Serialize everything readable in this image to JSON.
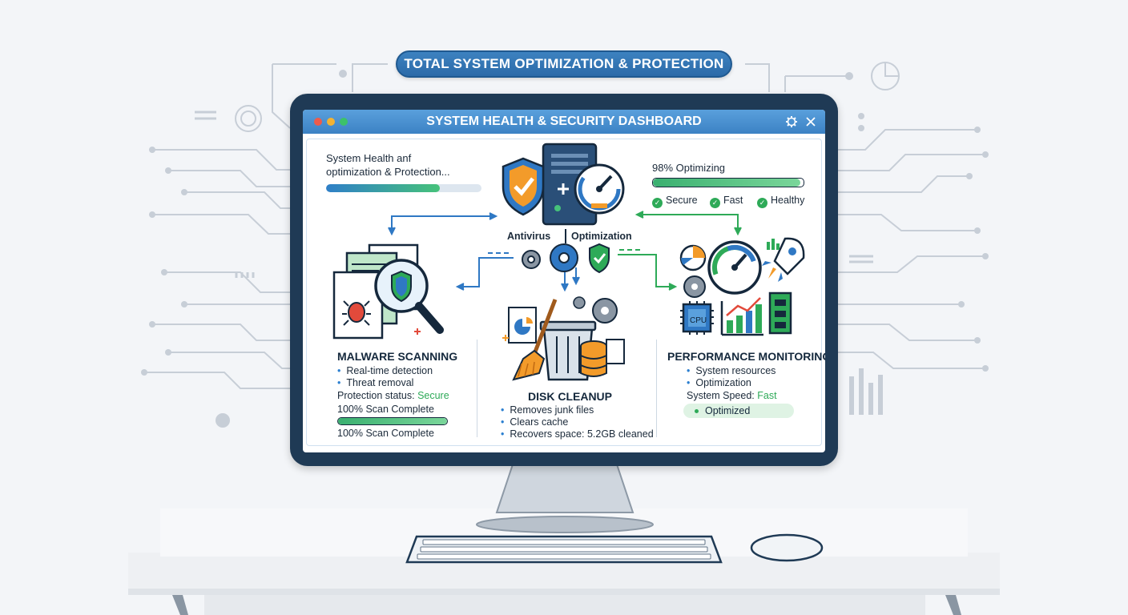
{
  "banner": {
    "title": "TOTAL SYSTEM OPTIMIZATION & PROTECTION"
  },
  "window": {
    "title": "SYSTEM HEALTH & SECURITY DASHBOARD",
    "controls": [
      "gear-icon",
      "close-icon"
    ],
    "colors": {
      "titlebar": "#3b82c4",
      "close_dot": "#ee5b4a",
      "minimize_dot": "#f3b232",
      "maximize_dot": "#3cc26a"
    }
  },
  "health": {
    "line1": "System Health anf",
    "line2": "optimization & Protection...",
    "progress": 0.73
  },
  "center_top": {
    "antivirus_label": "Antivirus",
    "optimization_label": "Optimization"
  },
  "status": {
    "optimizing_label": "98% Optimizing",
    "progress": 0.98,
    "checks": [
      "Secure",
      "Fast",
      "Healthy"
    ]
  },
  "malware": {
    "title": "MALWARE SCANNING",
    "bullets": [
      "Real-time detection",
      "Threat removal"
    ],
    "protection_label": "Protection status: ",
    "protection_value": "Secure",
    "scan_label_1": "100% Scan Complete",
    "scan_progress": 1.0,
    "scan_label_2": "100% Scan Complete"
  },
  "disk": {
    "title": "DISK CLEANUP",
    "bullets": [
      "Removes junk files",
      "Clears cache",
      "Recovers space: 5.2GB cleaned"
    ]
  },
  "performance": {
    "title": "PERFORMANCE MONITORING",
    "bullets": [
      "System resources",
      "Optimization"
    ],
    "speed_label": "System Speed: ",
    "speed_value": "Fast",
    "status_pill": "Optimized",
    "cpu_label": "CPU"
  }
}
